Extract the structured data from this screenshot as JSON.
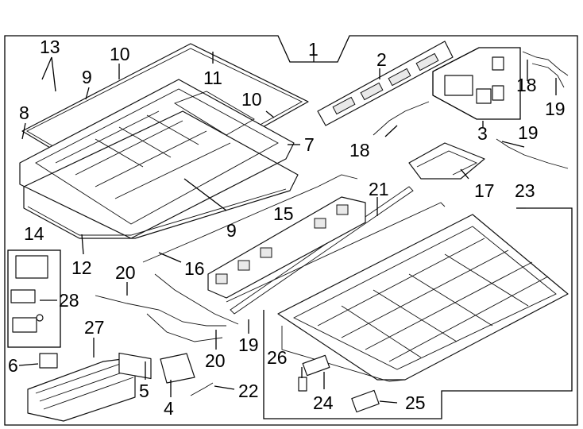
{
  "diagram": {
    "callouts": {
      "c1": "1",
      "c2": "2",
      "c3": "3",
      "c4": "4",
      "c5": "5",
      "c6": "6",
      "c7": "7",
      "c8": "8",
      "c9a": "9",
      "c9b": "9",
      "c10a": "10",
      "c10b": "10",
      "c11": "11",
      "c12": "12",
      "c13": "13",
      "c14": "14",
      "c15": "15",
      "c16": "16",
      "c17": "17",
      "c18a": "18",
      "c18b": "18",
      "c19a": "19",
      "c19b": "19",
      "c19c": "19",
      "c20a": "20",
      "c20b": "20",
      "c21": "21",
      "c22": "22",
      "c23": "23",
      "c24": "24",
      "c25": "25",
      "c26": "26",
      "c27": "27",
      "c28": "28"
    }
  }
}
